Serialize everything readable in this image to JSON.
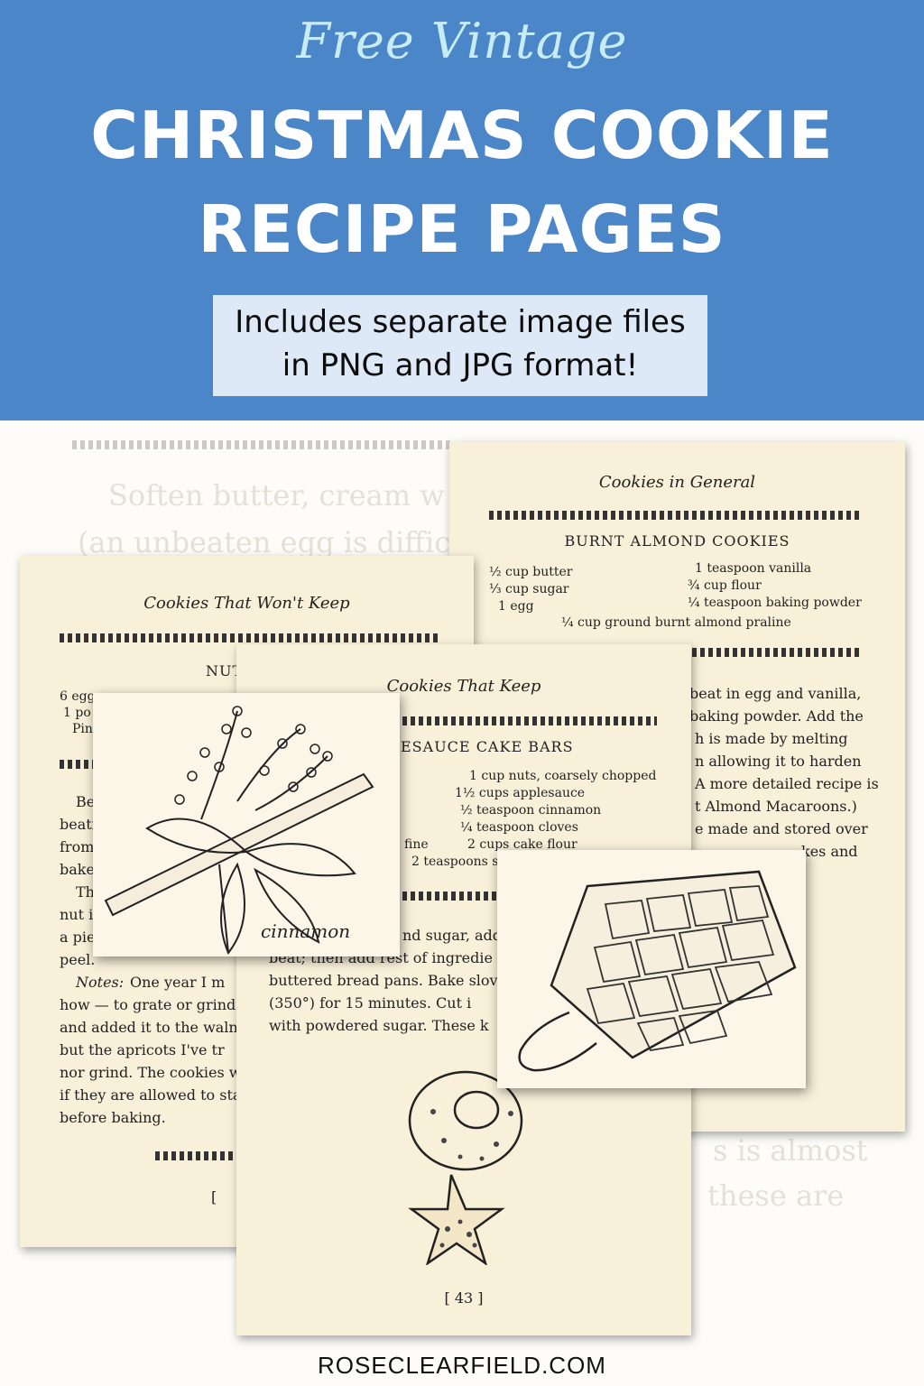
{
  "header": {
    "script_title": "Free Vintage",
    "headline_line1": "CHRISTMAS COOKIE",
    "headline_line2": "RECIPE PAGES",
    "sub_line1": "Includes separate image files",
    "sub_line2": "in PNG and JPG format!"
  },
  "background_page": {
    "line1": "Soften butter, cream w",
    "line2": "(an unbeaten egg is diffic",
    "line3": "s is almost",
    "line4": "these are"
  },
  "page_left": {
    "title": "Cookies That Won't Keep",
    "recipe_fragment": "NUT",
    "ing_lines": [
      "6 egg",
      "1 po",
      "Pin"
    ],
    "text_lines": [
      "Be",
      "beati",
      "from",
      "bake",
      "Th",
      "nut i",
      "a pie",
      "peel."
    ],
    "notes_label": "Notes:",
    "notes_lines": [
      "One year I m",
      "how — to grate or grind d",
      "and added it to the waln",
      "but the apricots I've tr",
      "nor grind. The cookies w",
      "if they are allowed to sta",
      "before baking."
    ],
    "page_number": "["
  },
  "page_right": {
    "title": "Cookies in General",
    "recipe_title": "BURNT ALMOND COOKIES",
    "ingredients_left": [
      "½ cup butter",
      "⅓ cup sugar",
      "1 egg"
    ],
    "ingredients_right": [
      "1 teaspoon vanilla",
      "¾ cup flour",
      "¼ teaspoon baking powder"
    ],
    "ingredient_center": "¼ cup ground burnt almond praline",
    "text_lines": [
      "beat in egg and vanilla,",
      "baking powder. Add the",
      "h is made by melting",
      "n allowing it to harden",
      "A more detailed recipe is",
      "t Almond Macaroons.)",
      "e made and stored over",
      "kes and"
    ]
  },
  "page_center": {
    "title": "Cookies That Keep",
    "recipe_title": "ESAUCE CAKE BARS",
    "ingredients": [
      "1 cup nuts, coarsely chopped",
      "1½ cups applesauce",
      "½ teaspoon cinnamon",
      "¼ teaspoon cloves",
      "2 cups cake flour",
      "2 teaspoons so"
    ],
    "fine_fragment": "fine",
    "text_lines": [
      "nd sugar, add",
      "beat; then add rest of ingredie",
      "buttered bread pans. Bake slov",
      "(350°) for 15 minutes. Cut i",
      "with powdered sugar. These k"
    ],
    "page_number": "[ 43 ]"
  },
  "card_cinnamon": {
    "label": "cinnamon"
  },
  "footer": {
    "site": "ROSECLEARFIELD.COM"
  }
}
